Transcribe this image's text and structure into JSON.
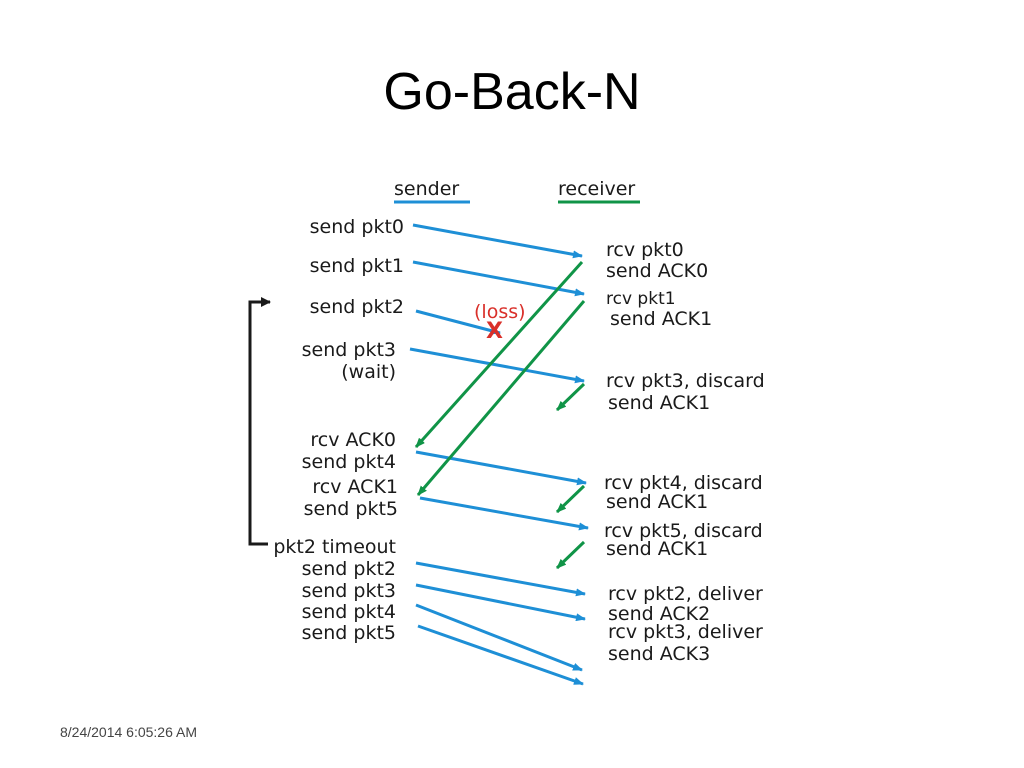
{
  "title": "Go-Back-N",
  "footer": "8/24/2014 6:05:26 AM",
  "colors": {
    "sender": "#1e8fd6",
    "receiver": "#109447",
    "loss": "#d9302a",
    "timer": "#1a1a1a"
  },
  "headers": {
    "sender": "sender",
    "receiver": "receiver"
  },
  "sender_labels": [
    "send pkt0",
    "send pkt1",
    "send pkt2",
    "send pkt3",
    "(wait)",
    "rcv ACK0",
    "send pkt4",
    "rcv ACK1",
    "send pkt5",
    "pkt2 timeout",
    "send pkt2",
    "send pkt3",
    "send pkt4",
    "send pkt5"
  ],
  "receiver_labels": [
    "rcv pkt0",
    "send ACK0",
    "rcv pkt1",
    "send ACK1",
    "rcv pkt3, discard",
    "send ACK1",
    "rcv pkt4, discard",
    "send ACK1",
    "rcv pkt5, discard",
    "send ACK1",
    "rcv pkt2, deliver",
    "send ACK2",
    "rcv pkt3, deliver",
    "send ACK3"
  ],
  "loss": {
    "label": "(loss)",
    "mark": "X"
  }
}
